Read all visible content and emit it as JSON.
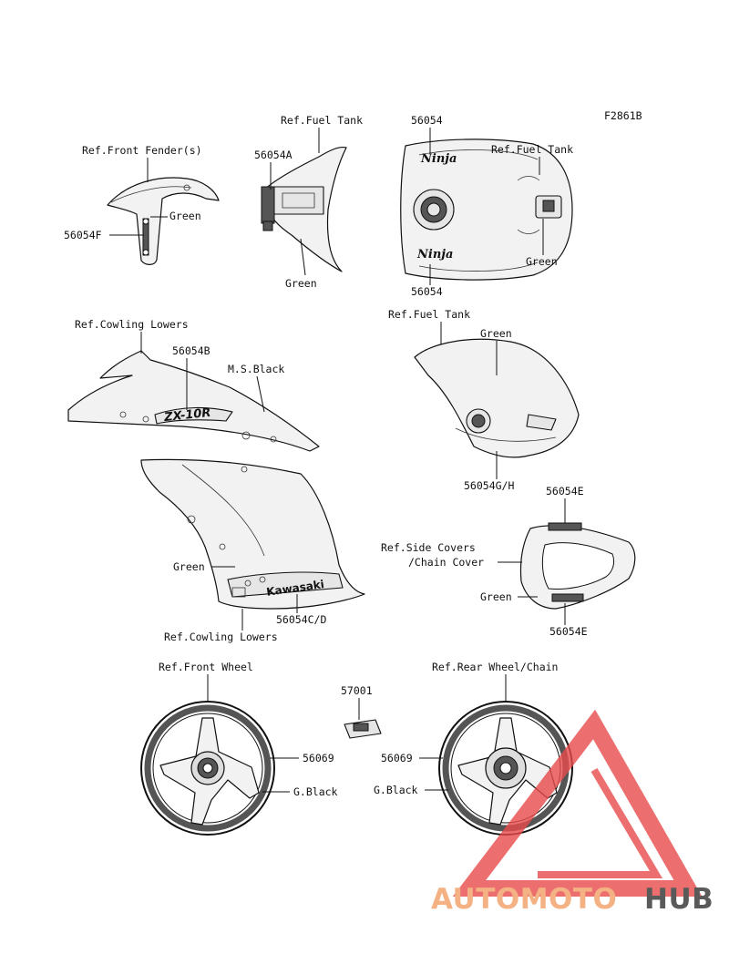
{
  "figure_code": "F2861B",
  "labels": {
    "fender_ref": "Ref.Front Fender(s)",
    "fender_part": "56054F",
    "fender_color": "Green",
    "tank_ref_a": "Ref.Fuel Tank",
    "tank_part_a": "56054A",
    "tank_color_a": "Green",
    "tank_part_top": "56054",
    "tank_part_bottom": "56054",
    "tank_ref_b": "Ref.Fuel Tank",
    "tank_color_b": "Green",
    "cowl_ref_top": "Ref.Cowling Lowers",
    "cowl_part_b": "56054B",
    "cowl_color_black": "M.S.Black",
    "tank_ref_c": "Ref.Fuel Tank",
    "tank_color_c": "Green",
    "tank_part_gh": "56054G/H",
    "cowl_color_green": "Green",
    "cowl_part_cd": "56054C/D",
    "cowl_ref_bottom": "Ref.Cowling Lowers",
    "cover_part_top": "56054E",
    "cover_ref_line1": "Ref.Side Covers",
    "cover_ref_line2": "/Chain Cover",
    "cover_color": "Green",
    "cover_part_bottom": "56054E",
    "front_wheel_ref": "Ref.Front Wheel",
    "front_wheel_part": "56069",
    "front_wheel_color": "G.Black",
    "clip_part": "57001",
    "rear_wheel_ref": "Ref.Rear Wheel/Chain",
    "rear_wheel_part": "56069",
    "rear_wheel_color": "G.Black"
  },
  "decals": {
    "tank_logo_top": "Ninja",
    "tank_logo_bottom": "Ninja",
    "cowl_model": "ZX-10R",
    "cowl_brand": "Kawasaki"
  },
  "watermark": {
    "part1": "AUTOMOTO",
    "part2": "HUB",
    "color1": "#f4b183",
    "color2": "#5a5a5a",
    "triangle_color": "#e84a4a"
  }
}
